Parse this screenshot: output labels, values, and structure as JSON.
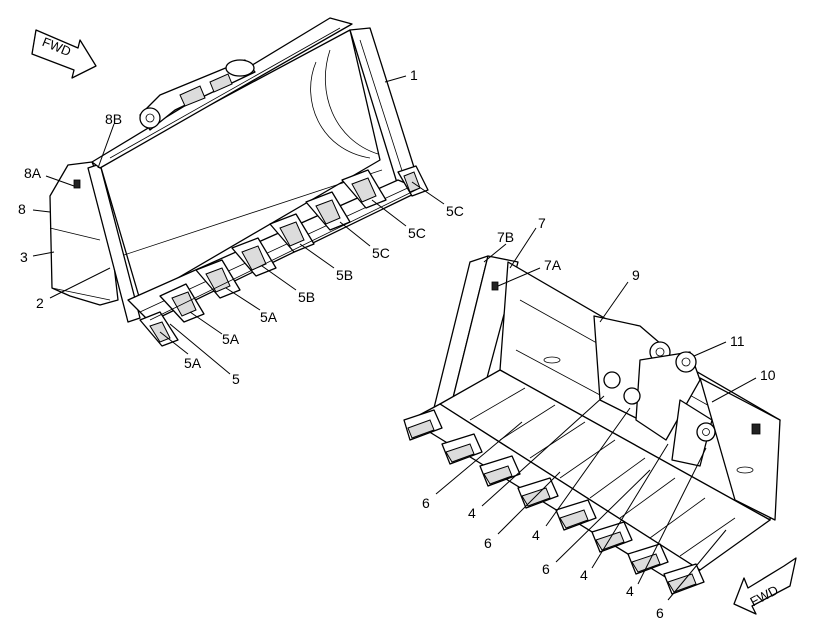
{
  "arrows": [
    {
      "id": "fwd-arrow-top-left",
      "text": "FWD"
    },
    {
      "id": "fwd-arrow-bottom-right",
      "text": "FWD"
    }
  ],
  "callouts": [
    {
      "id": "1",
      "text": "1"
    },
    {
      "id": "8B",
      "text": "8B"
    },
    {
      "id": "8A",
      "text": "8A"
    },
    {
      "id": "8",
      "text": "8"
    },
    {
      "id": "3",
      "text": "3"
    },
    {
      "id": "2",
      "text": "2"
    },
    {
      "id": "5C-a",
      "text": "5C"
    },
    {
      "id": "5C-b",
      "text": "5C"
    },
    {
      "id": "5C-c",
      "text": "5C"
    },
    {
      "id": "5B-a",
      "text": "5B"
    },
    {
      "id": "5B-b",
      "text": "5B"
    },
    {
      "id": "5A-a",
      "text": "5A"
    },
    {
      "id": "5A-b",
      "text": "5A"
    },
    {
      "id": "5A-c",
      "text": "5A"
    },
    {
      "id": "5",
      "text": "5"
    },
    {
      "id": "7",
      "text": "7"
    },
    {
      "id": "7B",
      "text": "7B"
    },
    {
      "id": "7A",
      "text": "7A"
    },
    {
      "id": "9",
      "text": "9"
    },
    {
      "id": "11",
      "text": "11"
    },
    {
      "id": "10",
      "text": "10"
    },
    {
      "id": "6-a",
      "text": "6"
    },
    {
      "id": "4-a",
      "text": "4"
    },
    {
      "id": "6-b",
      "text": "6"
    },
    {
      "id": "4-b",
      "text": "4"
    },
    {
      "id": "6-c",
      "text": "6"
    },
    {
      "id": "4-c",
      "text": "4"
    },
    {
      "id": "4-d",
      "text": "4"
    },
    {
      "id": "6-d",
      "text": "6"
    }
  ]
}
